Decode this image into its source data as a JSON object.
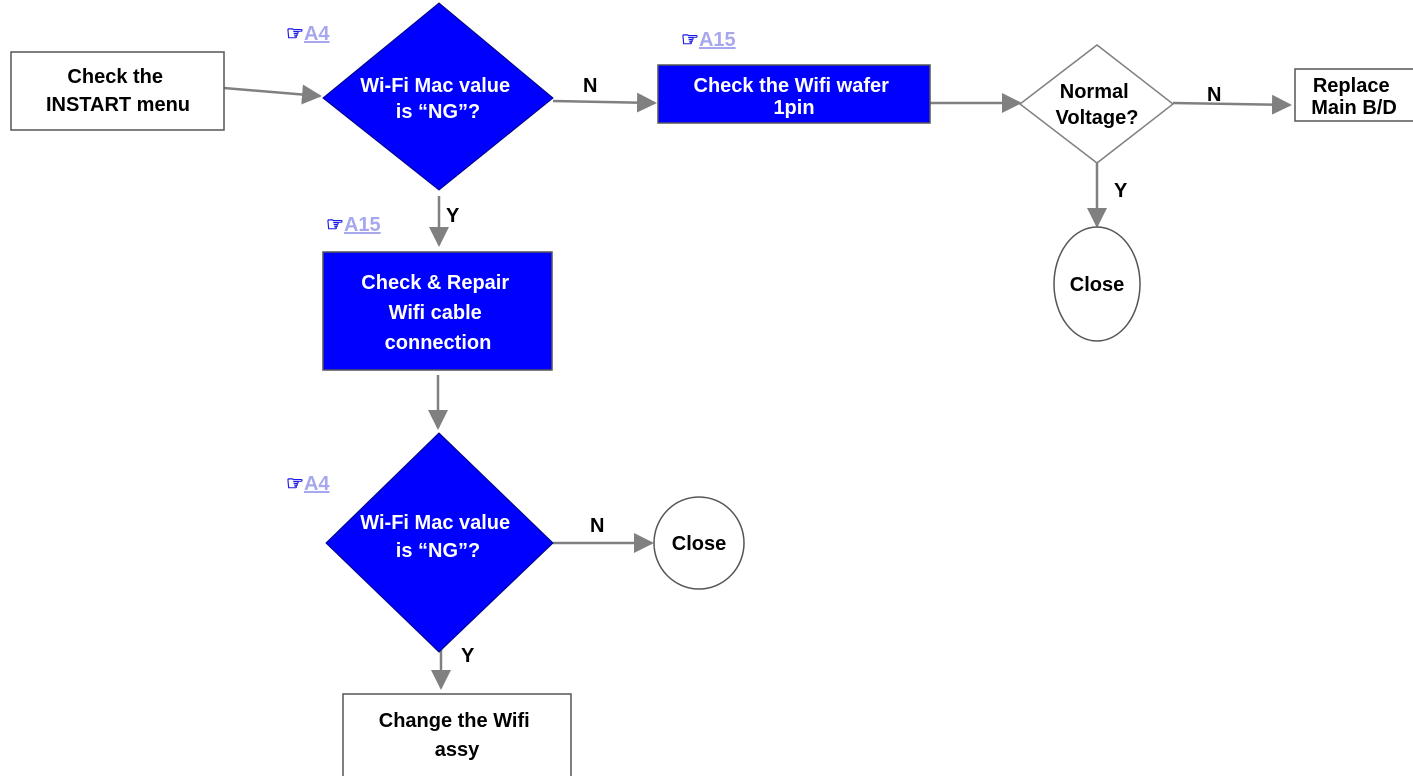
{
  "ref_icon": "pointing-hand-icon",
  "colors": {
    "process_fill": "#0000ff",
    "box_stroke": "#555555",
    "arrow": "#808080",
    "ref_icon": "#1a1ae6",
    "ref_link": "#a7a7ee",
    "text_dark": "#000000",
    "text_light": "#ffffff"
  },
  "nodes": {
    "start": [
      "Check the",
      "INSTART menu"
    ],
    "decision_1": [
      "Wi-Fi Mac value",
      "is “NG”?"
    ],
    "check_wafer": [
      "Check the Wifi wafer",
      "1pin"
    ],
    "normal_voltage": [
      "Normal",
      "Voltage?"
    ],
    "replace_main": [
      "Replace",
      "Main B/D"
    ],
    "close_1": "Close",
    "repair_cable": [
      "Check & Repair",
      "Wifi cable",
      "connection"
    ],
    "decision_2": [
      "Wi-Fi Mac value",
      "is “NG”?"
    ],
    "close_2": "Close",
    "change_wifi": [
      "Change the Wifi",
      "assy"
    ]
  },
  "edge_labels": {
    "d1_no": "N",
    "d1_yes": "Y",
    "nv_no": "N",
    "nv_yes": "Y",
    "d2_no": "N",
    "d2_yes": "Y"
  },
  "refs": {
    "decision_1": {
      "glyph": "☞",
      "link": "A4"
    },
    "check_wafer": {
      "glyph": "☞",
      "link": "A15"
    },
    "repair_cable": {
      "glyph": "☞",
      "link": "A15"
    },
    "decision_2": {
      "glyph": "☞",
      "link": "A4"
    }
  }
}
